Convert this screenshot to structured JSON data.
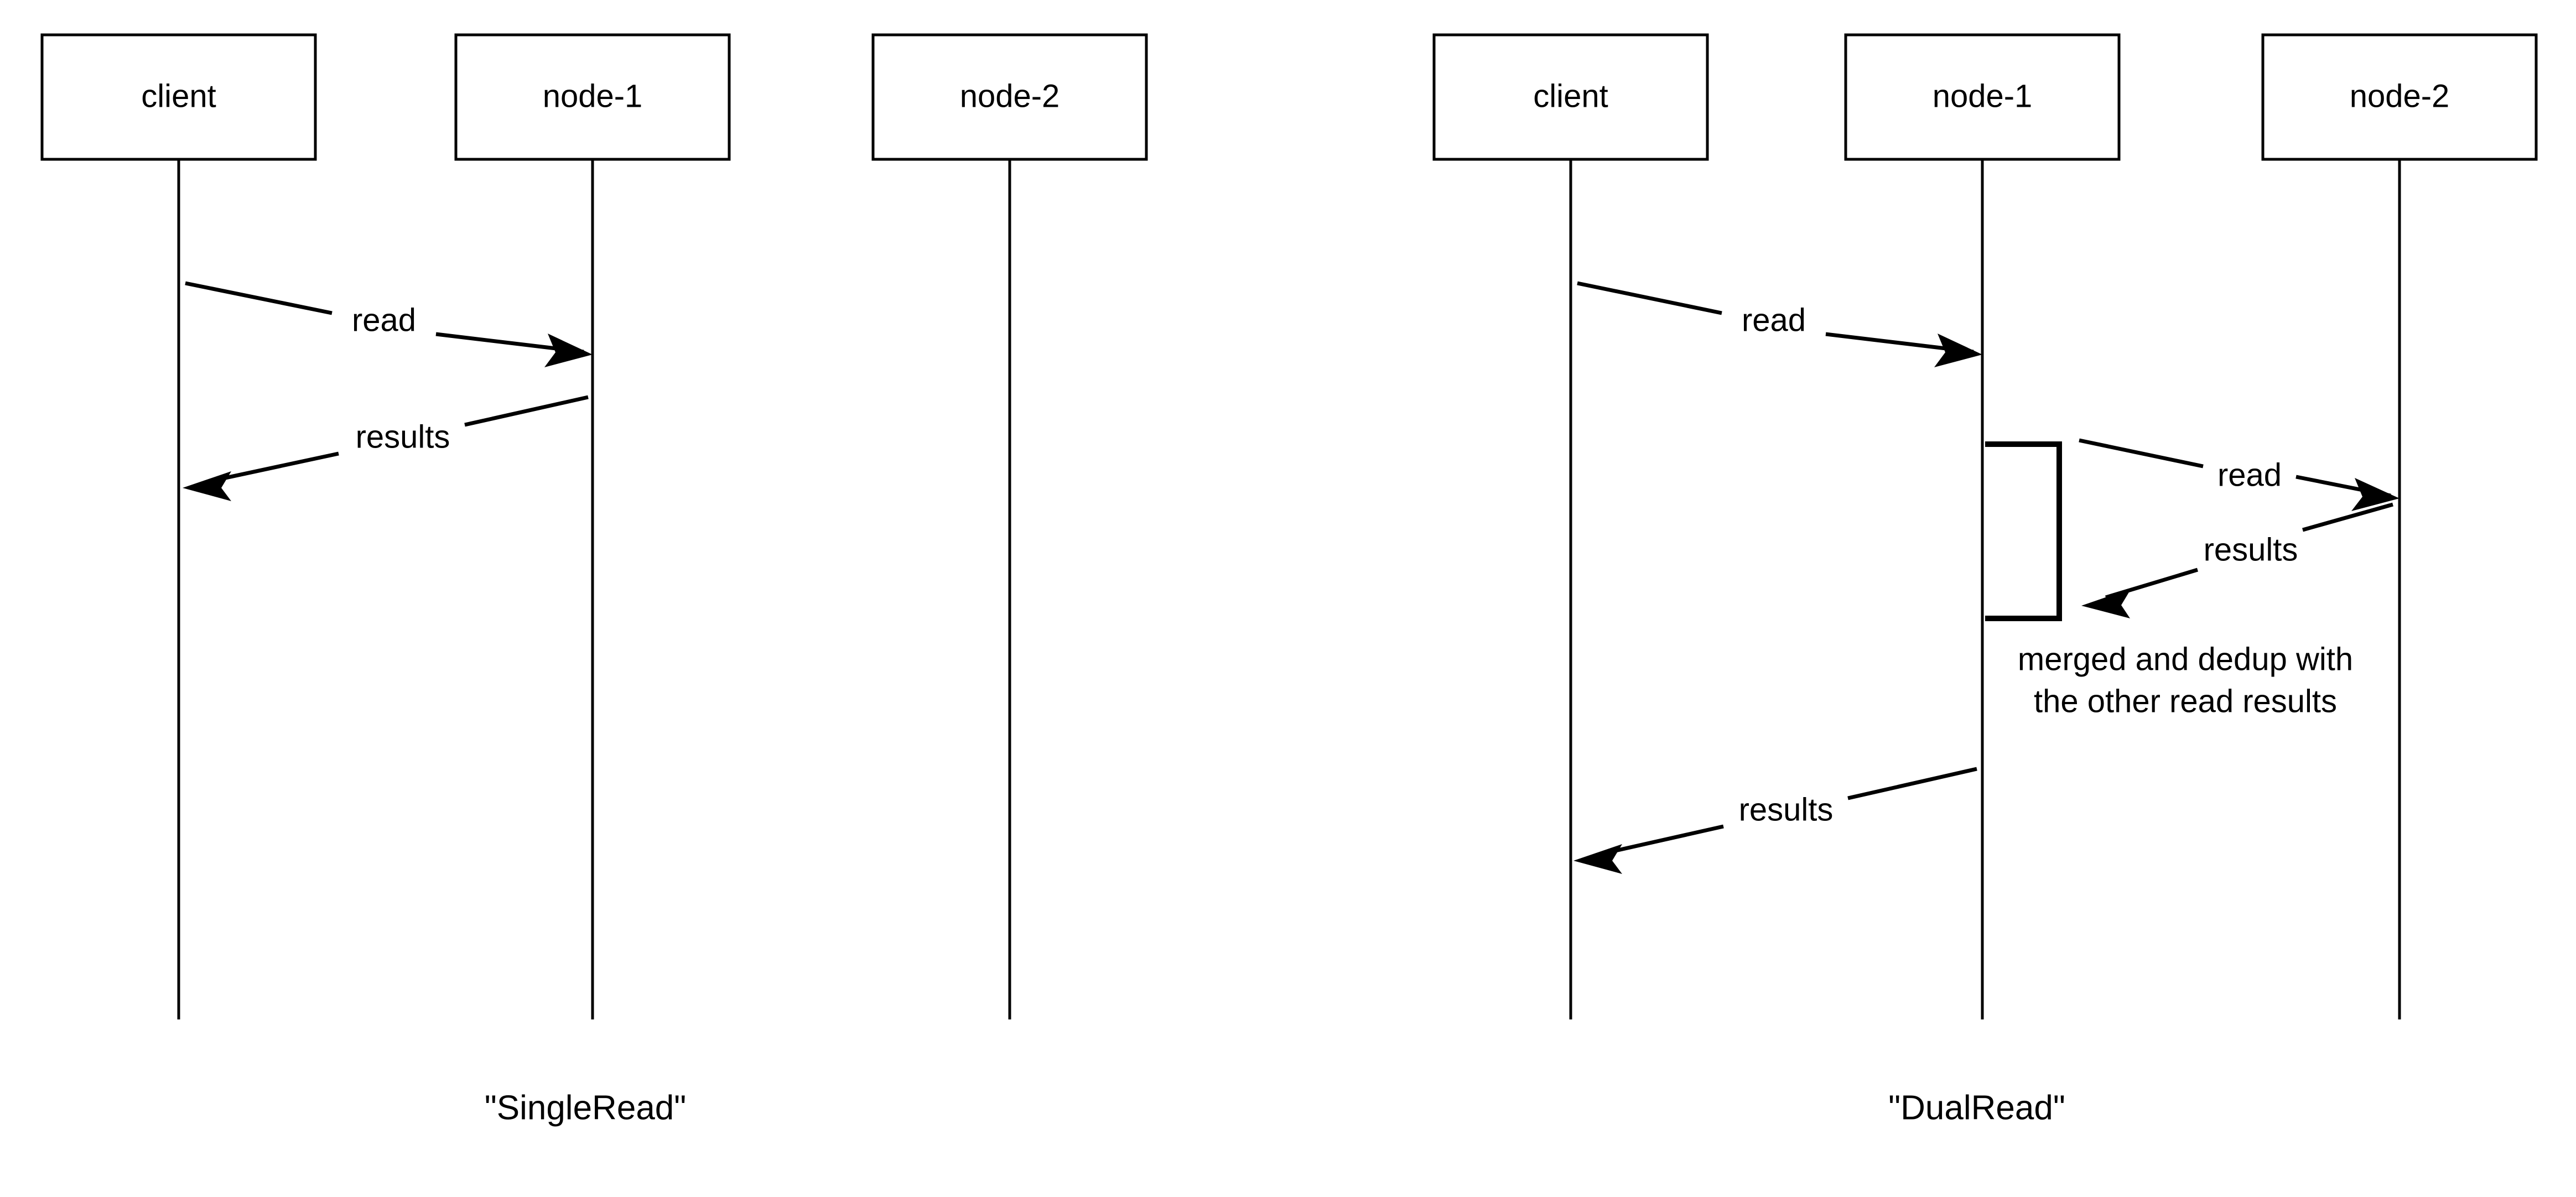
{
  "diagram": {
    "type": "sequence-diagram",
    "background_color": "#ffffff",
    "stroke_color": "#000000",
    "panels": [
      {
        "id": "single-read",
        "caption": "\"SingleRead\"",
        "participants": [
          {
            "id": "client",
            "label": "client"
          },
          {
            "id": "node-1",
            "label": "node-1"
          },
          {
            "id": "node-2",
            "label": "node-2"
          }
        ],
        "messages": [
          {
            "id": "m1",
            "label": "read",
            "from": "client",
            "to": "node-1",
            "direction": "right"
          },
          {
            "id": "m2",
            "label": "results",
            "from": "node-1",
            "to": "client",
            "direction": "left"
          }
        ],
        "activations": [],
        "notes": []
      },
      {
        "id": "dual-read",
        "caption": "\"DualRead\"",
        "participants": [
          {
            "id": "client",
            "label": "client"
          },
          {
            "id": "node-1",
            "label": "node-1"
          },
          {
            "id": "node-2",
            "label": "node-2"
          }
        ],
        "messages": [
          {
            "id": "m1",
            "label": "read",
            "from": "client",
            "to": "node-1",
            "direction": "right"
          },
          {
            "id": "m2",
            "label": "read",
            "from": "node-1",
            "to": "node-2",
            "direction": "right"
          },
          {
            "id": "m3",
            "label": "results",
            "from": "node-2",
            "to": "node-1",
            "direction": "left"
          },
          {
            "id": "m4",
            "label": "results",
            "from": "node-1",
            "to": "client",
            "direction": "left"
          }
        ],
        "activations": [
          {
            "id": "a1",
            "on": "node-1"
          }
        ],
        "notes": [
          {
            "id": "n1",
            "line1": "merged and dedup with",
            "line2": "the other read results"
          }
        ]
      }
    ]
  }
}
